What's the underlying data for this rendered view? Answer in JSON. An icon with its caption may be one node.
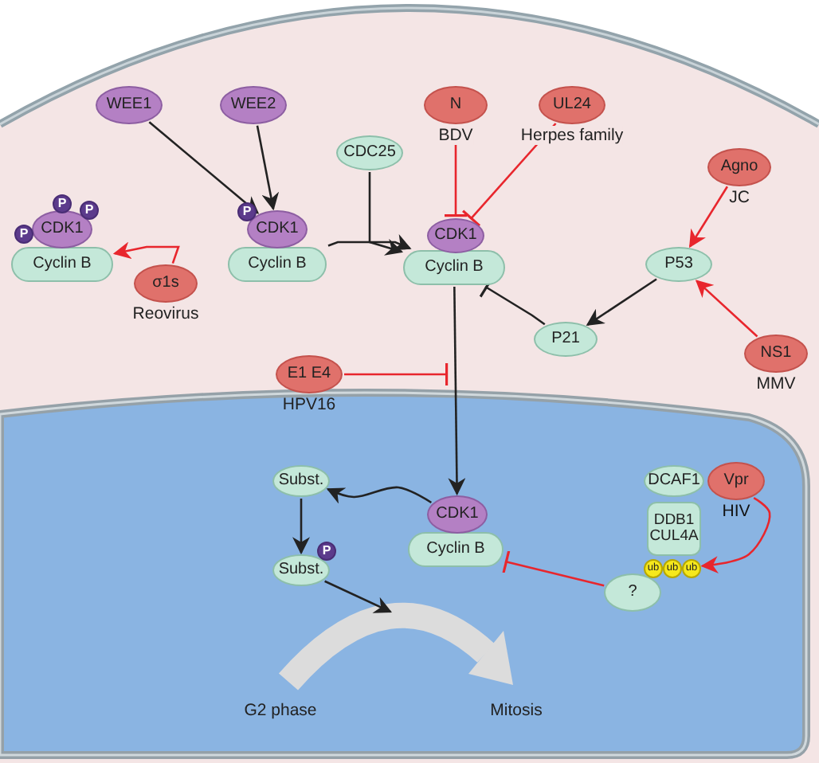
{
  "diagram": {
    "nodes": [
      {
        "text": [
          "WEE1"
        ]
      },
      {
        "text": [
          "WEE2"
        ]
      },
      {
        "text": [
          "CDC25"
        ]
      },
      {
        "text": [
          "N"
        ],
        "beside": [
          "BDV"
        ]
      },
      {
        "text": [
          "UL24"
        ],
        "beside": [
          "Herpes family"
        ]
      },
      {
        "text": [
          "Agno"
        ],
        "beside": [
          "JC"
        ]
      },
      {
        "text": [
          "CDK1"
        ]
      },
      {
        "text": [
          "Cyclin B"
        ]
      },
      {
        "text": [
          "P"
        ]
      },
      {
        "text": [
          "P"
        ]
      },
      {
        "text": [
          "P"
        ]
      },
      {
        "text": [
          "CDK1"
        ]
      },
      {
        "text": [
          "Cyclin B"
        ]
      },
      {
        "text": [
          "P"
        ]
      },
      {
        "text": [
          "σ1s"
        ],
        "beside": [
          "Reovirus"
        ]
      },
      {
        "text": [
          "CDK1"
        ]
      },
      {
        "text": [
          "Cyclin B"
        ]
      },
      {
        "text": [
          "P53"
        ]
      },
      {
        "text": [
          "P21"
        ]
      },
      {
        "text": [
          "NS1"
        ],
        "beside": [
          "MMV"
        ]
      },
      {
        "text": [
          "E1 E4"
        ],
        "beside": [
          "HPV16"
        ]
      },
      {
        "text": [
          "Subst."
        ]
      },
      {
        "text": [
          "Subst."
        ]
      },
      {
        "text": [
          "P"
        ]
      },
      {
        "text": [
          "CDK1"
        ]
      },
      {
        "text": [
          "Cyclin B"
        ]
      },
      {
        "text": [
          "DCAF1"
        ]
      },
      {
        "text": [
          "Vpr"
        ],
        "beside": [
          "HIV"
        ]
      },
      {
        "text": [
          "DDB1 CUL4A"
        ]
      },
      {
        "text": [
          "?"
        ]
      },
      {
        "text": [
          "ub"
        ]
      },
      {
        "text": [
          "ub"
        ]
      },
      {
        "text": [
          "ub"
        ]
      }
    ],
    "edges": [
      {
        "from": 0,
        "to": 11,
        "arrow": "to"
      },
      {
        "from": 1,
        "to": 11,
        "arrow": "to"
      },
      {
        "from": 12,
        "to": 16,
        "arrow": "to"
      },
      {
        "from": 2,
        "to": 16,
        "arrow": "to"
      },
      {
        "from": 3,
        "to": 15,
        "arrow": "other",
        "color": "#e8262d"
      },
      {
        "from": 4,
        "to": 15,
        "arrow": "other",
        "color": "#e8262d"
      },
      {
        "from": 14,
        "to": 7,
        "arrow": "to",
        "color": "#e8262d"
      },
      {
        "from": 5,
        "to": 17,
        "arrow": "to",
        "color": "#e8262d"
      },
      {
        "from": 19,
        "to": 17,
        "arrow": "to",
        "color": "#e8262d"
      },
      {
        "from": 17,
        "to": 18,
        "arrow": "to"
      },
      {
        "from": 18,
        "to": 16,
        "arrow": "other"
      },
      {
        "from": 20,
        "to": null,
        "arrow": "other",
        "color": "#e8262d"
      },
      {
        "from": 16,
        "to": 24,
        "arrow": "to"
      },
      {
        "from": 24,
        "to": 21,
        "arrow": "to"
      },
      {
        "from": 21,
        "to": 22,
        "arrow": "to"
      },
      {
        "from": 22,
        "to": null,
        "arrow": "to"
      },
      {
        "from": 29,
        "to": 25,
        "arrow": "other",
        "color": "#e8262d"
      },
      {
        "from": 27,
        "to": 32,
        "arrow": "to",
        "color": "#e8262d"
      }
    ],
    "labels": [
      "G2 phase",
      "Mitosis"
    ]
  }
}
